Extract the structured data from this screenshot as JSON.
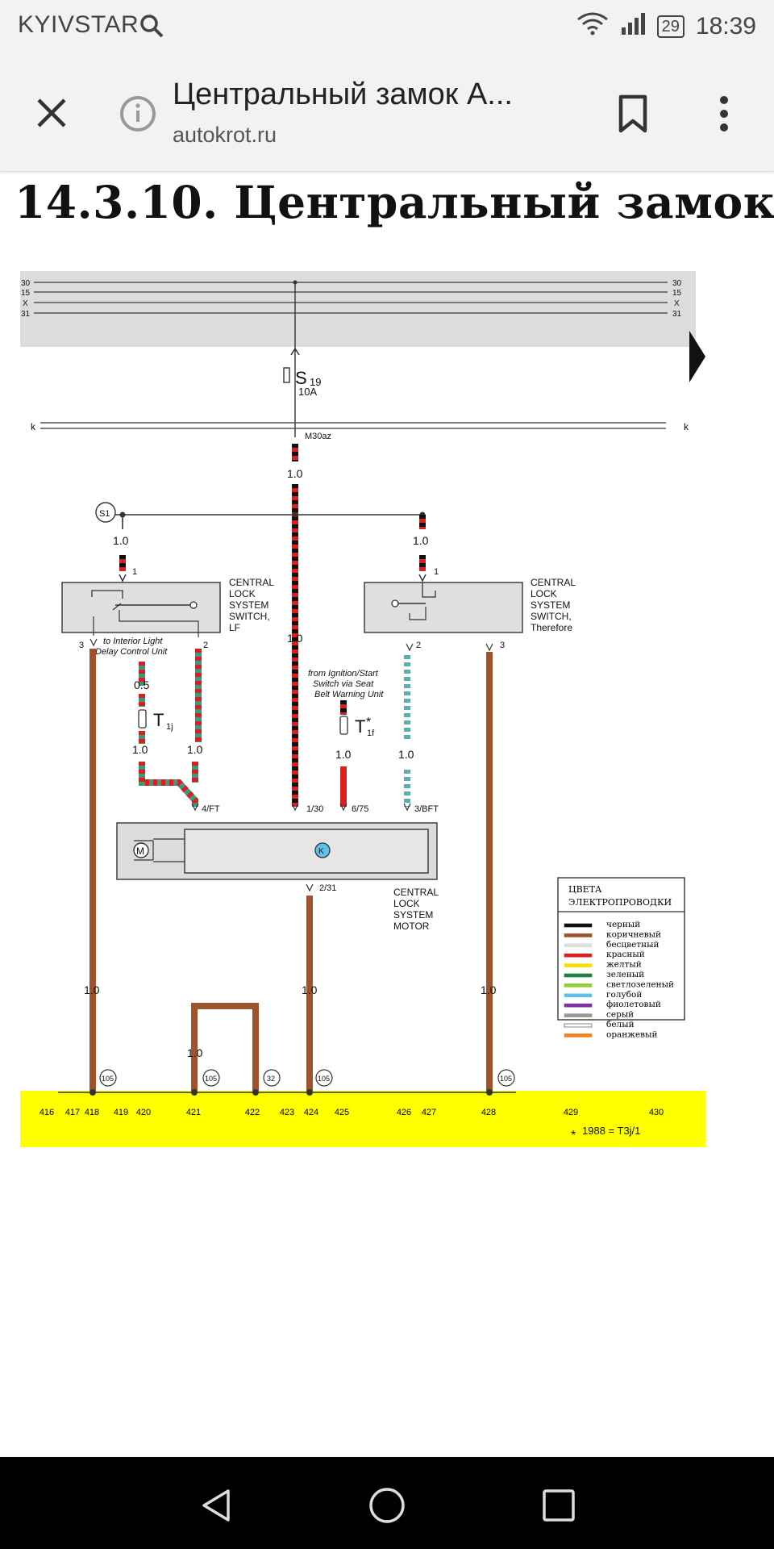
{
  "status_bar": {
    "carrier": "KYIVSTAR",
    "battery": "29",
    "time": "18:39"
  },
  "toolbar": {
    "title": "Центральный замок А...",
    "domain": "autokrot.ru"
  },
  "page": {
    "heading": "14.3.10. Центральный замок"
  },
  "diagram": {
    "bus_labels": [
      "30",
      "15",
      "X",
      "31"
    ],
    "k_label": "k",
    "fuse": {
      "name": "S",
      "sub": "19",
      "rating": "10A"
    },
    "m30az": "M30az",
    "s1": "S1",
    "wire_1_0": "1.0",
    "wire_0_5": "0.5",
    "switch_lf": {
      "line1": "CENTRAL",
      "line2": "LOCK",
      "line3": "SYSTEM",
      "line4": "SWITCH,",
      "line5": "LF"
    },
    "switch_rf": {
      "line1": "CENTRAL",
      "line2": "LOCK",
      "line3": "SYSTEM",
      "line4": "SWITCH,",
      "line5": "Therefore"
    },
    "interior_note": {
      "line1": "to Interior Light",
      "line2": "Delay Control Unit"
    },
    "ignition_note": {
      "line1": "from Ignition/Start",
      "line2": "Switch via Seat",
      "line3": "Belt Warning Unit"
    },
    "pin_labels": {
      "p1": "1",
      "p2": "2",
      "p3": "3",
      "ft4": "4/FT",
      "p130": "1/30",
      "p675": "6/75",
      "bft3": "3/BFT",
      "p231": "2/31"
    },
    "t1j": {
      "name": "T",
      "sub": "1j"
    },
    "t1f": {
      "name": "T",
      "sub": "1f",
      "star": "*"
    },
    "motor": {
      "m": "M",
      "k": "K",
      "line1": "CENTRAL",
      "line2": "LOCK",
      "line3": "SYSTEM",
      "line4": "MOTOR"
    },
    "ground_marks": {
      "g105": "105",
      "g32": "32"
    },
    "bottom_numbers": [
      "416",
      "417",
      "418",
      "419",
      "420",
      "421",
      "422",
      "423",
      "424",
      "425",
      "426",
      "427",
      "428",
      "429",
      "430"
    ],
    "footnote": "1988 = T3j/1",
    "footnote_star": "*",
    "legend": {
      "title1": "ЦВЕТА",
      "title2": "ЭЛЕКТРОПРОВОДКИ",
      "items": [
        {
          "label": "черный",
          "color": "#111111"
        },
        {
          "label": "коричневый",
          "color": "#a0522d"
        },
        {
          "label": "бесцветный",
          "color": "#dddddd"
        },
        {
          "label": "красный",
          "color": "#e02020"
        },
        {
          "label": "желтый",
          "color": "#f5e000"
        },
        {
          "label": "зеленый",
          "color": "#208040"
        },
        {
          "label": "светлозеленый",
          "color": "#90d030"
        },
        {
          "label": "голубой",
          "color": "#60c0e8"
        },
        {
          "label": "фиолетовый",
          "color": "#8030a0"
        },
        {
          "label": "серый",
          "color": "#999999"
        },
        {
          "label": "белый",
          "color": "#ffffff"
        },
        {
          "label": "оранжевый",
          "color": "#f08020"
        }
      ]
    }
  },
  "colors": {
    "wire_brown": "#a0522d",
    "wire_red": "#d92020",
    "wire_green": "#3a9a80",
    "wire_cyan": "#5ab0b0",
    "band_yellow": "#ffff00",
    "band_gray": "#dcdcdc"
  }
}
